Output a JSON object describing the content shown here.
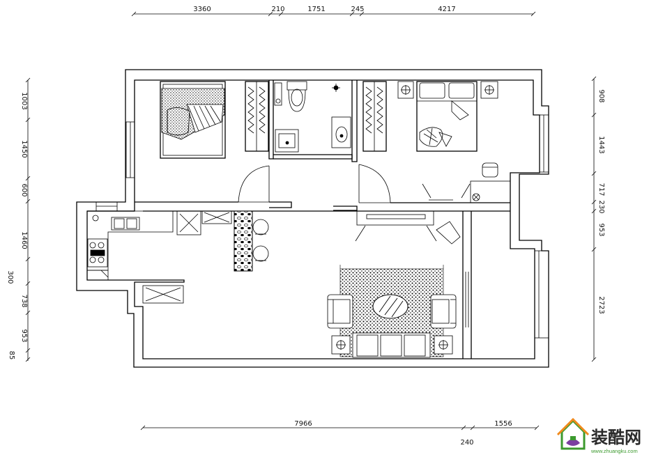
{
  "dimensions": {
    "top": [
      "3360",
      "210",
      "1751",
      "245",
      "4217"
    ],
    "bottom": [
      "7966",
      "1556"
    ],
    "bottom_sub": "240",
    "left": [
      "1003",
      "1450",
      "600",
      "1460",
      "300",
      "738",
      "953",
      "85"
    ],
    "right": [
      "908",
      "1443",
      "717",
      "230",
      "953",
      "2723"
    ]
  },
  "logo": {
    "brand": "装酷网",
    "url": "www.zhuangku.com",
    "icon": "house-logo-icon",
    "colors": {
      "green": "#3c9a2e",
      "orange": "#f08a1c",
      "purple": "#7b3fa0",
      "text": "#2a2a2a"
    }
  }
}
